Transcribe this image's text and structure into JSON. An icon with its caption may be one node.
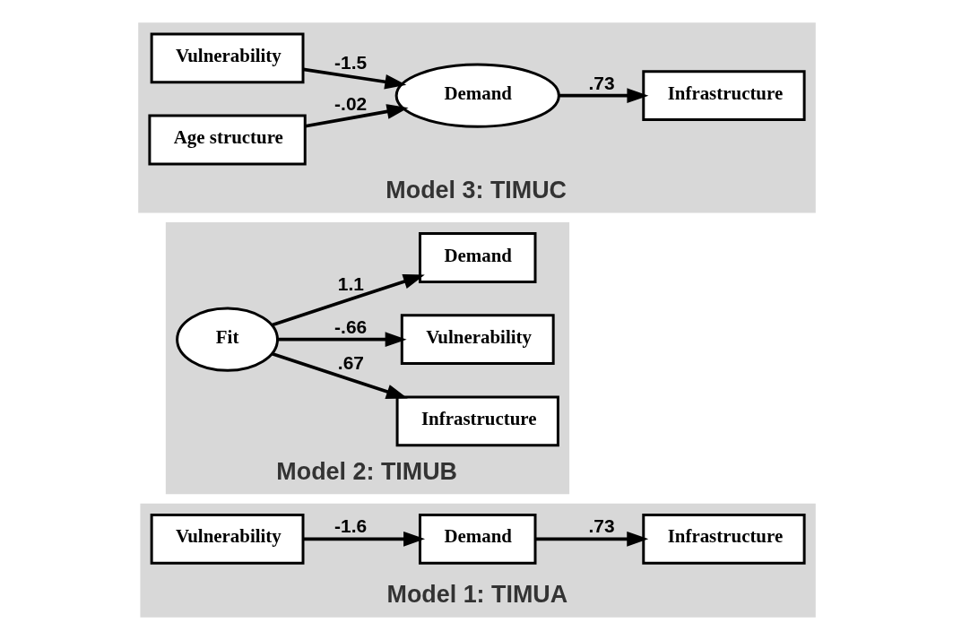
{
  "diagram": {
    "nodes": [
      {
        "text": [
          "Model 1: TIMUA"
        ]
      },
      {
        "text": [
          "Demand"
        ],
        "in": 0
      },
      {
        "text": [
          "Infrastructure"
        ],
        "in": 0
      },
      {
        "text": [
          "Vulnerability"
        ],
        "in": 0
      },
      {
        "text": [
          "Model 2: TIMUB"
        ]
      },
      {
        "text": [
          "Infrastructure"
        ],
        "in": 4
      },
      {
        "text": [
          "Vulnerability"
        ],
        "in": 4
      },
      {
        "text": [
          "Fit"
        ],
        "in": 4
      },
      {
        "text": [
          "Demand"
        ],
        "in": 4
      },
      {
        "text": [
          "Model 3: TIMUC"
        ]
      },
      {
        "text": [
          "Vulnerability"
        ],
        "in": 9
      },
      {
        "text": [
          "Age structure"
        ],
        "in": 9
      },
      {
        "text": [
          "Demand"
        ],
        "in": 9
      },
      {
        "text": [
          "Infrastructure"
        ],
        "in": 9
      }
    ],
    "edges": [
      {
        "from": 1,
        "to": 2,
        "arrow": "to",
        "label": ".73"
      },
      {
        "from": 3,
        "to": 1,
        "arrow": "to",
        "label": "-1.6"
      },
      {
        "from": 7,
        "to": 5,
        "arrow": "to",
        "label": ".67"
      },
      {
        "from": 7,
        "to": 6,
        "arrow": "to",
        "label": "-.66"
      },
      {
        "from": 7,
        "to": 8,
        "arrow": "to",
        "label": "1.1"
      },
      {
        "from": 10,
        "to": 12,
        "arrow": "to",
        "label": "-1.5"
      },
      {
        "from": 11,
        "to": 12,
        "arrow": "to",
        "label": "-.02"
      },
      {
        "from": 12,
        "to": 13,
        "arrow": "to",
        "label": ".73"
      }
    ]
  }
}
